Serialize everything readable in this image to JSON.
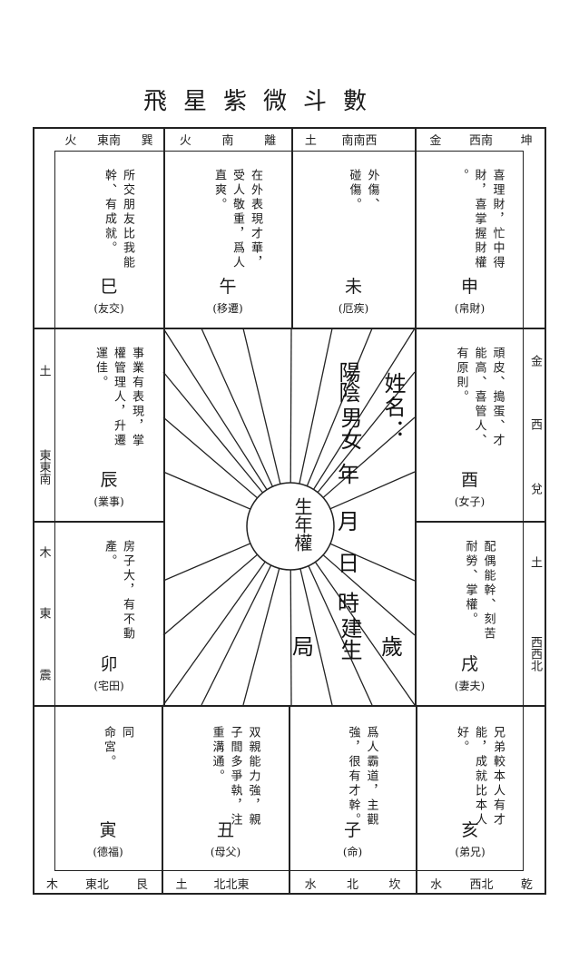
{
  "title": "飛星紫微斗數",
  "edges": {
    "top": [
      [
        "火",
        "東南",
        "巽"
      ],
      [
        "火",
        "南",
        "離"
      ],
      [
        "土",
        "南南西",
        ""
      ],
      [
        "金",
        "西南",
        "坤"
      ]
    ],
    "bottom": [
      [
        "木",
        "東北",
        "艮"
      ],
      [
        "土",
        "北北東",
        ""
      ],
      [
        "水",
        "北",
        "坎"
      ],
      [
        "水",
        "西北",
        "乾"
      ]
    ],
    "left": [
      [
        "土",
        "東東南"
      ],
      [
        "木",
        "東",
        "震"
      ]
    ],
    "right": [
      [
        "金",
        "西",
        "兌"
      ],
      [
        "土",
        "西西北"
      ]
    ]
  },
  "palaces": [
    {
      "id": "si",
      "text": [
        "所交朋友比我能",
        "幹、有成就。"
      ],
      "branch": "巳",
      "name": "(友交)"
    },
    {
      "id": "wu",
      "text": [
        "在外表現才華，",
        "受人敬重，爲人",
        "直爽。"
      ],
      "branch": "午",
      "name": "(移遷)"
    },
    {
      "id": "wei",
      "text": [
        "外傷、",
        "碰傷。"
      ],
      "branch": "未",
      "name": "(厄疾)"
    },
    {
      "id": "shen",
      "text": [
        "喜理財，忙中得",
        "財，喜掌握財權",
        "。"
      ],
      "branch": "申",
      "name": "(帛財)"
    },
    {
      "id": "chen",
      "text": [
        "事業有表現，掌",
        "權管理人，升遷",
        "運佳。"
      ],
      "branch": "辰",
      "name": "(業事)"
    },
    {
      "id": "you",
      "text": [
        "頑皮、搗蛋、才",
        "能高、喜管人、",
        "有原則。"
      ],
      "branch": "酉",
      "name": "(女子)"
    },
    {
      "id": "mao",
      "text": [
        "房子大，有不動",
        "產。"
      ],
      "branch": "卯",
      "name": "(宅田)"
    },
    {
      "id": "xu",
      "text": [
        "配偶能幹、刻苦",
        "耐勞、掌權。"
      ],
      "branch": "戌",
      "name": "(妻夫)"
    },
    {
      "id": "yin",
      "text": [
        "同",
        "命宮。"
      ],
      "branch": "寅",
      "name": "(德福)"
    },
    {
      "id": "chou",
      "text": [
        "双親能力強，親",
        "子間多爭執，注",
        "重溝通。"
      ],
      "branch": "丑",
      "name": "(母父)"
    },
    {
      "id": "zi",
      "text": [
        "爲人霸道，主觀",
        "強，很有才幹。"
      ],
      "branch": "子",
      "name": "(命)"
    },
    {
      "id": "hai",
      "text": [
        "兄弟較本人有才",
        "能，成就比本人",
        "好。"
      ],
      "branch": "亥",
      "name": "(弟兄)"
    }
  ],
  "center": {
    "circle": "生年權",
    "name_label": "姓名：",
    "yang_yin": "陽陰",
    "male_female": "男女",
    "date": [
      "年",
      "月",
      "日",
      "時"
    ],
    "sui": "歲",
    "jian_sheng": "建生",
    "ju": "局"
  }
}
